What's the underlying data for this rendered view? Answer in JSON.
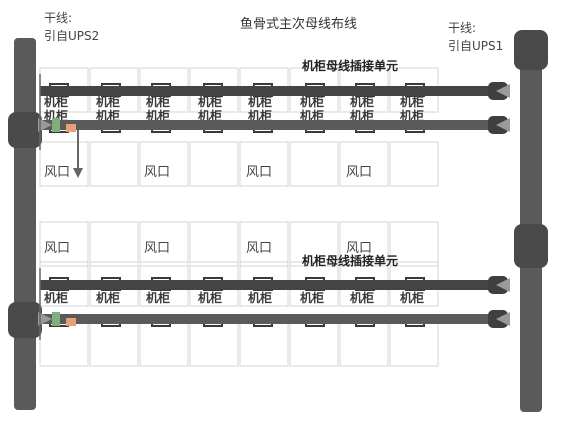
{
  "diagram": {
    "title": "鱼骨式主次母线布线",
    "trunk_left": {
      "line1": "干线:",
      "line2": "引自UPS2"
    },
    "trunk_right": {
      "line1": "干线:",
      "line2": "引自UPS1"
    },
    "unit_label_top": "机柜母线插接单元",
    "unit_label_bottom": "机柜母线插接单元",
    "cabinet_label": "机柜",
    "vent_label": "风口",
    "colors": {
      "busbar": "#5a5a5a",
      "busbar_dark": "#444444",
      "connector_green": "#7fae7f",
      "connector_orange": "#e3a277",
      "arrow_fill": "#9a9a9a",
      "grid": "#d6d6d6"
    }
  }
}
